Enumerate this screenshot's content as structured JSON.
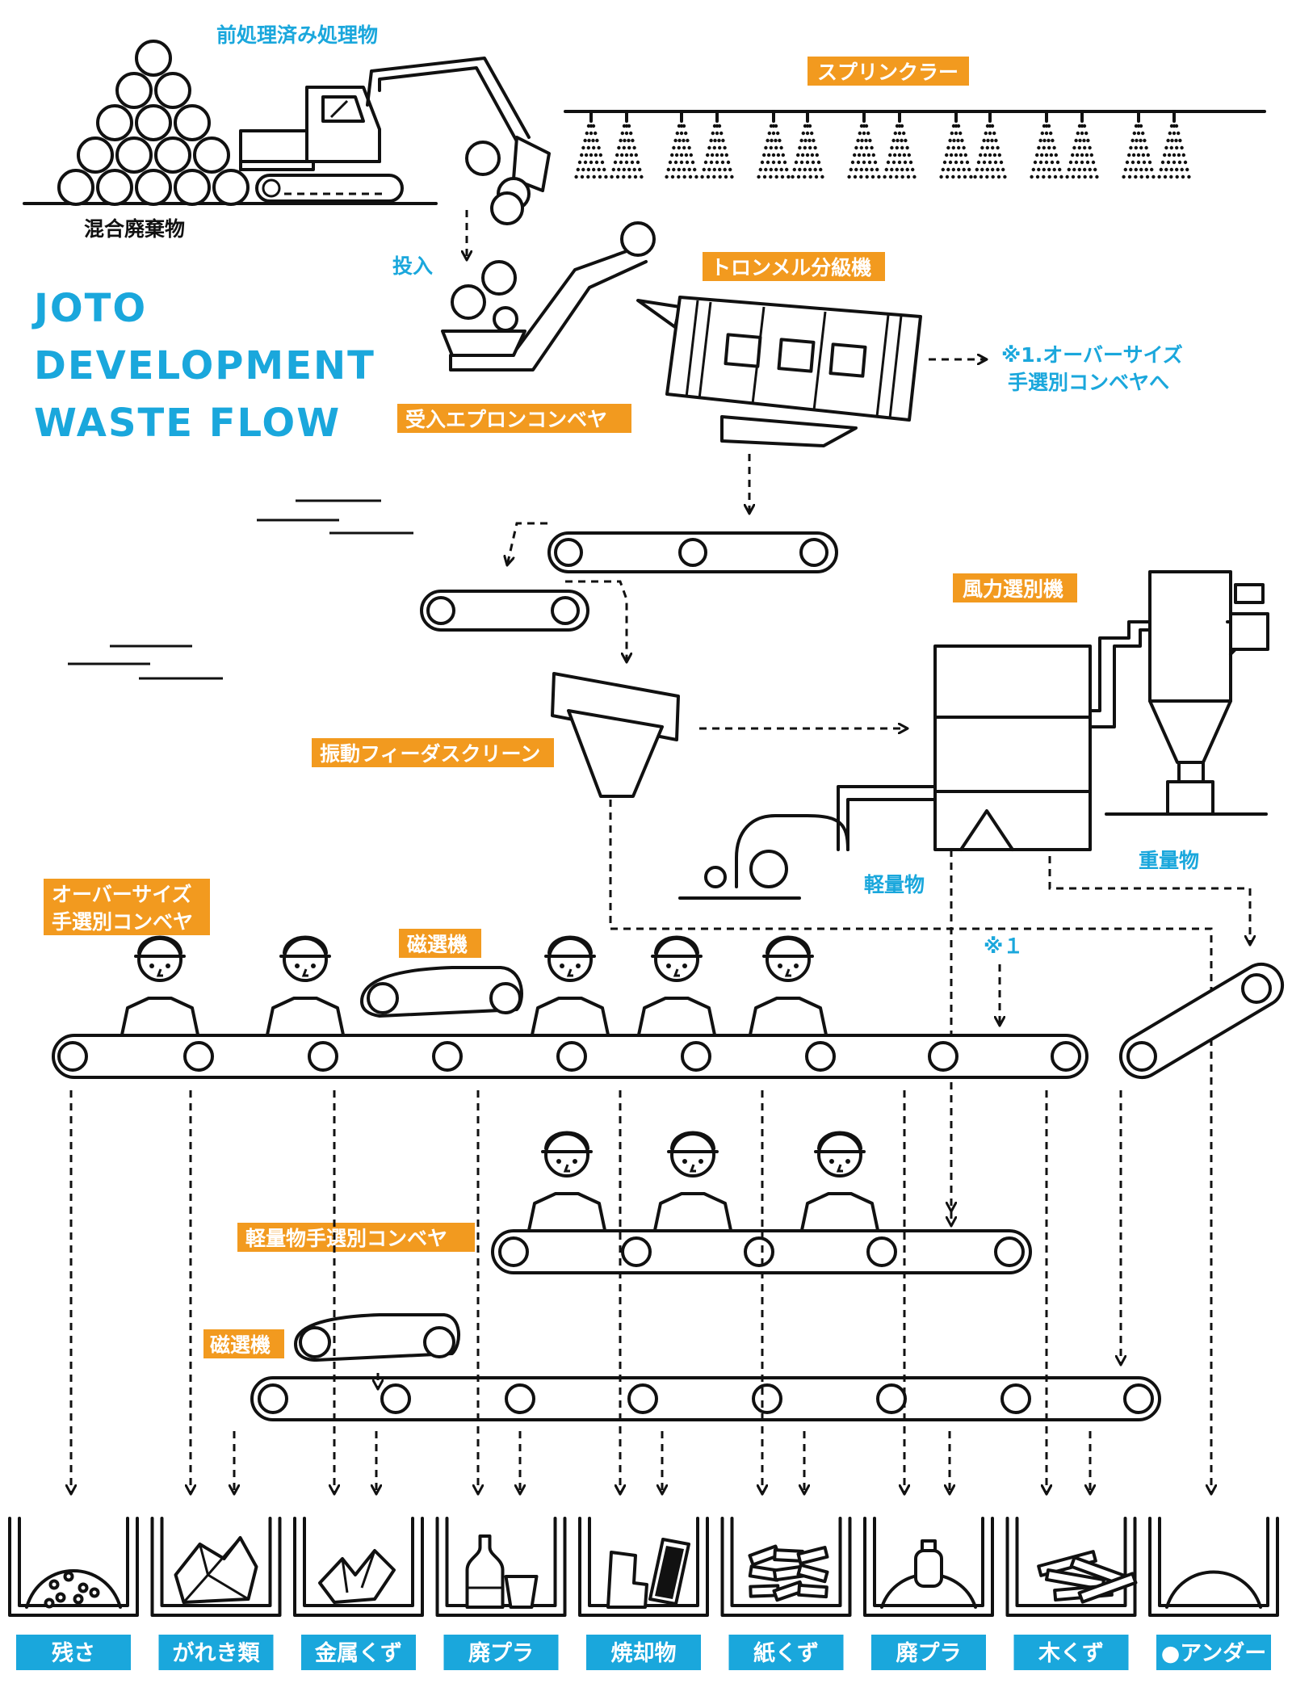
{
  "title": [
    "JOTO",
    "DEVELOPMENT",
    "WASTE FLOW"
  ],
  "labels": {
    "pretreated": "前処理済み処理物",
    "mixed_waste": "混合廃棄物",
    "input": "投入",
    "sprinkler": "スプリンクラー",
    "trommel": "トロンメル分級機",
    "oversize_note_line1": "※1.オーバーサイズ",
    "oversize_note_line2": "手選別コンベヤへ",
    "apron_conveyor": "受入エプロンコンベヤ",
    "wind_separator": "風力選別機",
    "vibrating_screen": "振動フィーダスクリーン",
    "light_material": "軽量物",
    "heavy_material": "重量物",
    "oversize_conveyor_line1": "オーバーサイズ",
    "oversize_conveyor_line2": "手選別コンベヤ",
    "magnet1": "磁選機",
    "note1": "※１",
    "light_conveyor": "軽量物手選別コンベヤ",
    "magnet2": "磁選機"
  },
  "bins": [
    {
      "label": "残さ",
      "icon": "residue-icon"
    },
    {
      "label": "がれき類",
      "icon": "rubble-icon"
    },
    {
      "label": "金属くず",
      "icon": "metal-scrap-icon"
    },
    {
      "label": "廃プラ",
      "icon": "plastic-bottle-icon"
    },
    {
      "label": "焼却物",
      "icon": "incinerable-icon"
    },
    {
      "label": "紙くず",
      "icon": "paper-scrap-icon"
    },
    {
      "label": "廃プラ",
      "icon": "plastic-container-icon"
    },
    {
      "label": "木くず",
      "icon": "wood-scrap-icon"
    },
    {
      "label": "●アンダー",
      "icon": "under-material-icon"
    }
  ],
  "colors": {
    "accent_blue": "#1aa7dc",
    "accent_orange": "#f29a1f",
    "ink": "#111111"
  }
}
